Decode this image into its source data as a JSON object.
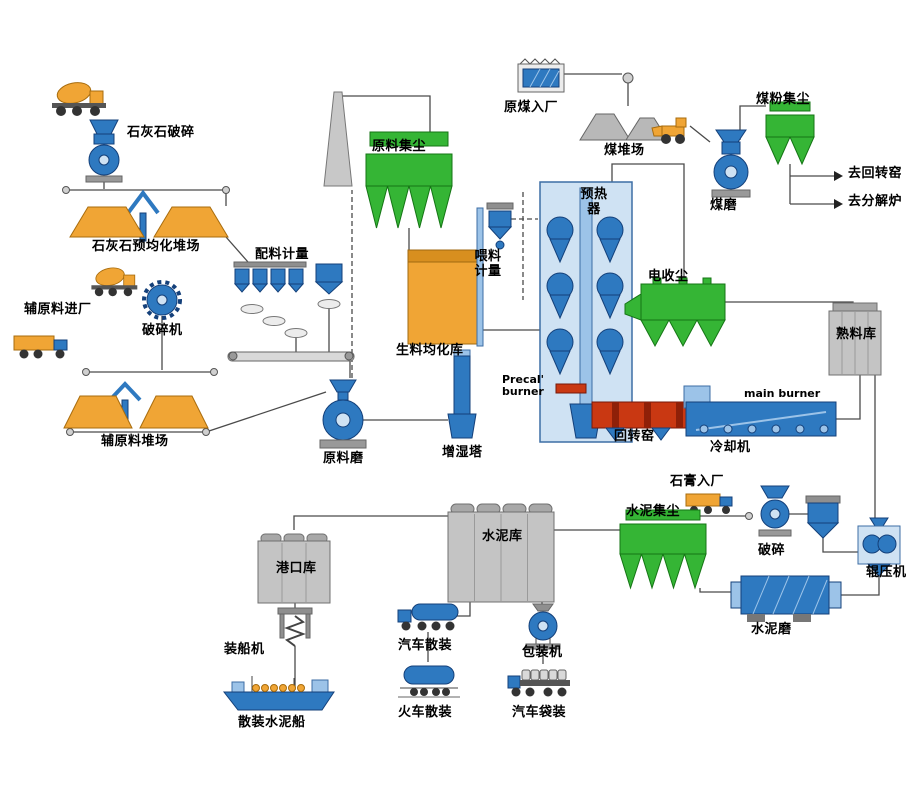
{
  "diagram": {
    "type": "process-flow",
    "subject": "cement plant production process flow",
    "labels": {
      "limestone_crushing": "石灰石破碎",
      "limestone_preblending_yard": "石灰石预均化堆场",
      "batching_metering": "配料计量",
      "raw_material_dust": "原料集尘",
      "raw_coal_inbound": "原煤入厂",
      "coal_yard": "煤堆场",
      "coal_dust": "煤粉集尘",
      "coal_mill": "煤磨",
      "to_rotary_kiln": "去回转窑",
      "to_calciner": "去分解炉",
      "preheater": "预热器",
      "feed_metering": "喂料计量",
      "raw_meal_silo": "生料均化库",
      "esp_dust": "电收尘",
      "clinker_silo": "熟料库",
      "aux_material_inbound": "辅原料进厂",
      "crusher": "破碎机",
      "aux_material_yard": "辅原料堆场",
      "raw_mill": "原料磨",
      "humidifying_tower": "增湿塔",
      "precal_burner": "Precal'\nburner",
      "rotary_kiln": "回转窑",
      "main_burner": "main burner",
      "cooler": "冷却机",
      "gypsum_inbound": "石膏入厂",
      "cement_dust": "水泥集尘",
      "crushing": "破碎",
      "roller_press": "辊压机",
      "cement_mill": "水泥磨",
      "cement_silo": "水泥库",
      "port_silo": "港口库",
      "ship_loader": "装船机",
      "bulk_cement_ship": "散装水泥船",
      "truck_bulk": "汽车散装",
      "train_bulk": "火车散装",
      "packing_machine": "包装机",
      "truck_bagged": "汽车袋装"
    },
    "colors": {
      "equipment_blue": "#2e79c0",
      "light_blue": "#9cc3e8",
      "dust_collector_green": "#35b535",
      "material_orange": "#f0a535",
      "silo_gray": "#c4c4c4",
      "kiln_red": "#c93812",
      "connector": "#4a4a4a"
    }
  }
}
